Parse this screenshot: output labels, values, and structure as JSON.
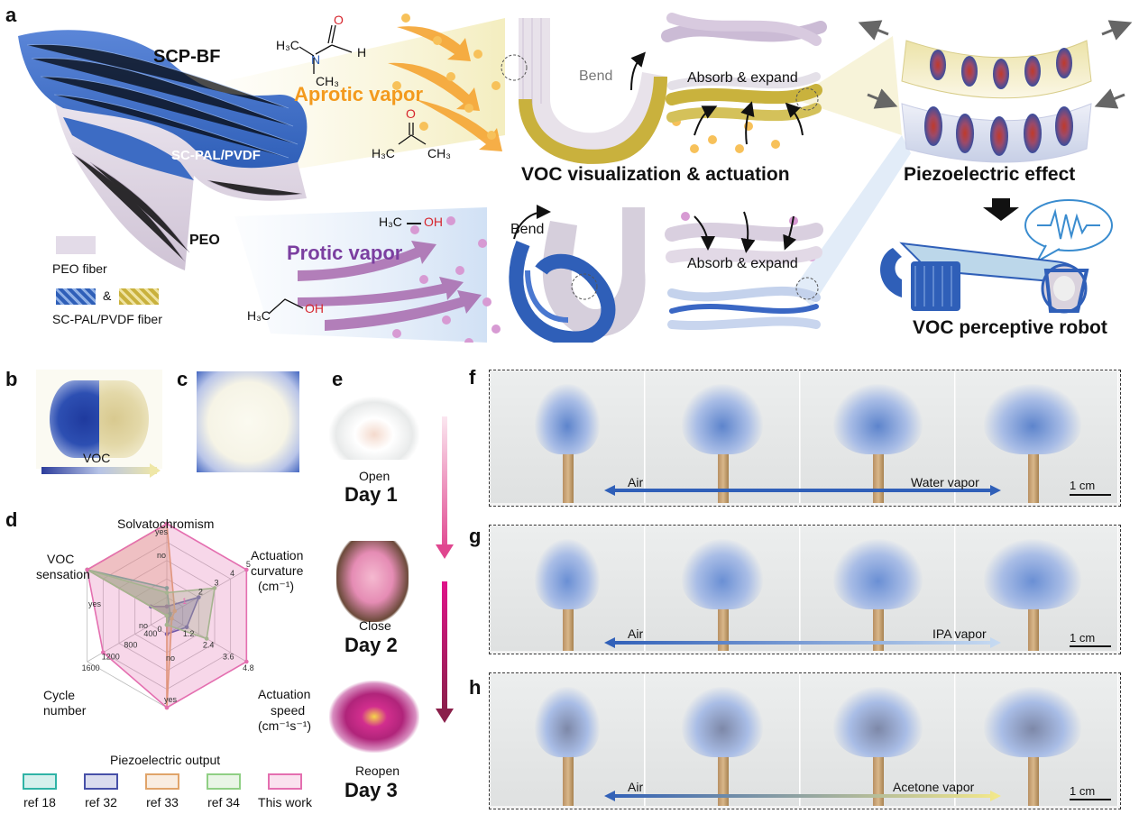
{
  "labels": {
    "a": "a",
    "b": "b",
    "c": "c",
    "d": "d",
    "e": "e",
    "f": "f",
    "g": "g",
    "h": "h"
  },
  "panel_a": {
    "scp_bf": "SCP-BF",
    "sc_pal_pvdf": "SC-PAL/PVDF",
    "peo": "PEO",
    "legend_peo": "PEO fiber",
    "legend_amp": "&",
    "legend_sc": "SC-PAL/PVDF fiber",
    "aprotic": "Aprotic vapor",
    "protic": "Protic vapor",
    "bend1": "Bend",
    "bend2": "Bend",
    "absorb1": "Absorb & expand",
    "absorb2": "Absorb & expand",
    "voc_vis": "VOC visualization & actuation",
    "piezo": "Piezoelectric effect",
    "robot": "VOC perceptive robot",
    "dmf_h3c": "H₃C",
    "dmf_n": "N",
    "dmf_ch3": "CH₃",
    "dmf_o": "O",
    "dmf_h": "H",
    "ace_o": "O",
    "ace_h3c": "H₃C",
    "ace_ch3": "CH₃",
    "meoh_h3c": "H₃C",
    "meoh_oh": "OH",
    "etoh_h3c": "H₃C",
    "etoh_oh": "OH"
  },
  "panel_b": {
    "voc": "VOC"
  },
  "chart_data": {
    "type": "radar",
    "axes": [
      "Solvatochromism",
      "Actuation curvature (cm⁻¹)",
      "Actuation speed (cm⁻¹s⁻¹)",
      "Piezoelectric output",
      "Cycle number",
      "VOC sensation"
    ],
    "axis_titles": {
      "solv": "Solvatochromism",
      "curv1": "Actuation",
      "curv2": "curvature",
      "curv3": "(cm⁻¹)",
      "speed1": "Actuation",
      "speed2": "speed",
      "speed3": "(cm⁻¹s⁻¹)",
      "piezo": "Piezoelectric output",
      "cycle1": "Cycle",
      "cycle2": "number",
      "voc1": "VOC",
      "voc2": "sensation"
    },
    "ticks": {
      "solv": [
        "no",
        "yes"
      ],
      "curv": [
        "1",
        "2",
        "3",
        "4",
        "5"
      ],
      "speed": [
        "1.2",
        "2.4",
        "3.6",
        "4.8"
      ],
      "piezo": [
        "no",
        "yes"
      ],
      "cycle": [
        "400",
        "800",
        "1200",
        "1600"
      ],
      "voc": [
        "no",
        "yes"
      ],
      "center": "0"
    },
    "axis_max": [
      1,
      5,
      4.8,
      1,
      2000,
      1
    ],
    "series": [
      {
        "name": "ref 18",
        "color": "#2fb3a6",
        "values": [
          0.3,
          0.2,
          0.2,
          0.1,
          0.1,
          1
        ]
      },
      {
        "name": "ref 32",
        "color": "#4750a8",
        "values": [
          0.1,
          2,
          1.2,
          0.2,
          0.1,
          0.2
        ]
      },
      {
        "name": "ref 33",
        "color": "#e0a46a",
        "values": [
          1,
          0.5,
          0.3,
          1,
          0.1,
          1
        ]
      },
      {
        "name": "ref 34",
        "color": "#8fcf84",
        "values": [
          0.25,
          3,
          2.4,
          0.1,
          0.1,
          1
        ]
      },
      {
        "name": "This work",
        "color": "#e46fb0",
        "values": [
          1,
          5,
          4.8,
          1,
          1600,
          1
        ]
      }
    ]
  },
  "panel_e": {
    "open": "Open",
    "day1": "Day 1",
    "close": "Close",
    "day2": "Day 2",
    "reopen": "Reopen",
    "day3": "Day 3"
  },
  "panel_f": {
    "air": "Air",
    "vapor": "Water vapor",
    "scale": "1 cm"
  },
  "panel_g": {
    "air": "Air",
    "vapor": "IPA vapor",
    "scale": "1 cm"
  },
  "panel_h": {
    "air": "Air",
    "vapor": "Acetone vapor",
    "scale": "1 cm"
  },
  "colors": {
    "aprotic": "#f39a1e",
    "protic": "#7b3fa0",
    "blue": "#2a5fbf",
    "yellow": "#c9b14a",
    "pink": "#e0468f"
  }
}
